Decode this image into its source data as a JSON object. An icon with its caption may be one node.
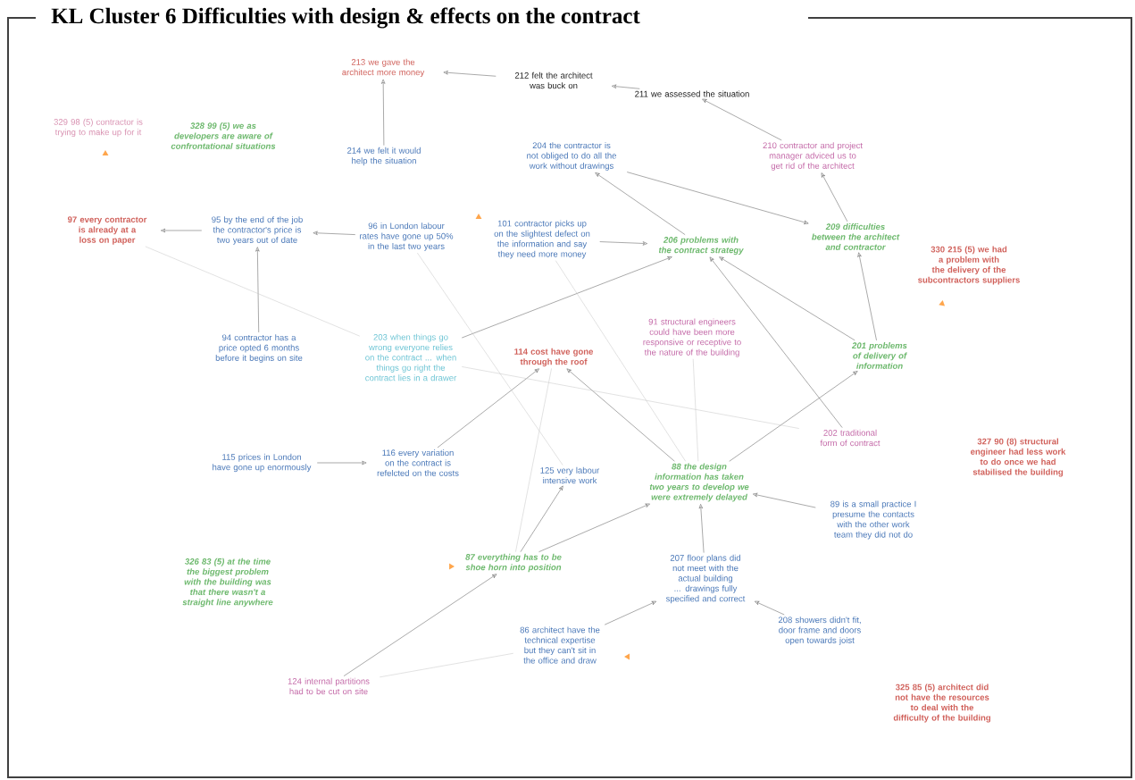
{
  "diagram": {
    "title": "KL Cluster 6 Difficulties with design & effects on the contract",
    "nodes": [
      {
        "text": [
          "213 we gave the architect more money"
        ]
      },
      {
        "text": [
          "212 felt the architect was buck on"
        ]
      },
      {
        "text": [
          "211 we assessed the situation"
        ]
      },
      {
        "text": [
          "329 98 (5) contractor is trying to make up for it"
        ]
      },
      {
        "text": [
          "328 99 (5) we as developers are aware of confrontational situations"
        ]
      },
      {
        "text": [
          "214 we felt it would help the situation"
        ]
      },
      {
        "text": [
          "204 the contractor is not obliged to do all the work without drawings"
        ]
      },
      {
        "text": [
          "210 contractor and project manager adviced us to get rid of the architect"
        ]
      },
      {
        "text": [
          "97 every contractor is already at a loss on paper"
        ]
      },
      {
        "text": [
          "95 by the end of the job the contractor's price is two years out of date"
        ]
      },
      {
        "text": [
          "96 in London labour rates have gone up 50% in the last two years"
        ]
      },
      {
        "text": [
          "101 contractor picks up on the slightest defect on the information and say they need more money"
        ]
      },
      {
        "text": [
          "206 problems with the contract strategy"
        ]
      },
      {
        "text": [
          "209 difficulties between the architect and contractor"
        ]
      },
      {
        "text": [
          "330 215 (5) we had a problem with the delivery of the subcontractors suppliers"
        ]
      },
      {
        "text": [
          "94 contractor has a price opted 6 months before it begins on site"
        ]
      },
      {
        "text": [
          "203 when things go wrong everyone relies on the contract ... when things go right the contract lies in a drawer"
        ]
      },
      {
        "text": [
          "114 cost have gone through the roof"
        ]
      },
      {
        "text": [
          "91 structural engineers could have been more responsive or receptive to the nature of the building"
        ]
      },
      {
        "text": [
          "201 problems of delivery of information"
        ]
      },
      {
        "text": [
          "202 traditional form of contract"
        ]
      },
      {
        "text": [
          "327 90 (8) structural engineer had less work to do once we had stabilised the building"
        ]
      },
      {
        "text": [
          "115 prices in London have gone up enormously"
        ]
      },
      {
        "text": [
          "116 every variation on the contract is refelcted on the costs"
        ]
      },
      {
        "text": [
          "125 very labour intensive work"
        ]
      },
      {
        "text": [
          "88 the design information has taken two years to develop we were extremely delayed"
        ]
      },
      {
        "text": [
          "89 is a small practice I presume the contacts with the other work team they did not do"
        ]
      },
      {
        "text": [
          "326 83 (5) at the time the biggest problem with the building was that there wasn't a straight line anywhere"
        ]
      },
      {
        "text": [
          "87 everything has to be shoe horn into position"
        ]
      },
      {
        "text": [
          "207 floor plans did not meet with the actual building ... drawings fully specified and correct"
        ]
      },
      {
        "text": [
          "208 showers didn't fit, door frame and doors open towards joist"
        ]
      },
      {
        "text": [
          "86 architect have the technical expertise but they can't sit in the office and draw"
        ]
      },
      {
        "text": [
          "124 internal partitions had to be cut on site"
        ]
      },
      {
        "text": [
          "325 85 (5) architect did not have the resources to deal with the difficulty of the building"
        ]
      }
    ],
    "edges": [
      {
        "from": 1,
        "to": 0,
        "arrow": "to"
      },
      {
        "from": 2,
        "to": 1,
        "arrow": "to"
      },
      {
        "from": 7,
        "to": 2,
        "arrow": "to"
      },
      {
        "from": 5,
        "to": 0,
        "arrow": "to"
      },
      {
        "from": 9,
        "to": 8,
        "arrow": "to"
      },
      {
        "from": 10,
        "to": 9,
        "arrow": "to"
      },
      {
        "from": 15,
        "to": 9,
        "arrow": "to"
      },
      {
        "from": 11,
        "to": 12,
        "arrow": "to"
      },
      {
        "from": 12,
        "to": 6,
        "arrow": "to"
      },
      {
        "from": 6,
        "to": 13,
        "arrow": "to"
      },
      {
        "from": 16,
        "to": 12,
        "arrow": "to"
      },
      {
        "from": 19,
        "to": 12,
        "arrow": "to"
      },
      {
        "from": 20,
        "to": 12,
        "arrow": "to"
      },
      {
        "from": 19,
        "to": 13,
        "arrow": "to"
      },
      {
        "from": 13,
        "to": 7,
        "arrow": "to"
      },
      {
        "from": 25,
        "to": 19,
        "arrow": "to"
      },
      {
        "from": 25,
        "to": 17,
        "arrow": "to"
      },
      {
        "from": 23,
        "to": 17,
        "arrow": "to"
      },
      {
        "from": 22,
        "to": 23,
        "arrow": "to"
      },
      {
        "from": 28,
        "to": 24,
        "arrow": "to"
      },
      {
        "from": 28,
        "to": 25,
        "arrow": "to"
      },
      {
        "from": 29,
        "to": 25,
        "arrow": "to"
      },
      {
        "from": 26,
        "to": 25,
        "arrow": "to"
      },
      {
        "from": 31,
        "to": 29,
        "arrow": "to"
      },
      {
        "from": 30,
        "to": 29,
        "arrow": "to"
      },
      {
        "from": 32,
        "to": 28,
        "arrow": "to"
      },
      {
        "from": 8,
        "to": 16,
        "arrow": "none",
        "color": "#c4c4c4"
      },
      {
        "from": 10,
        "to": 24,
        "arrow": "none",
        "color": "#c4c4c4"
      },
      {
        "from": 11,
        "to": 25,
        "arrow": "none",
        "color": "#c4c4c4"
      },
      {
        "from": 18,
        "to": 25,
        "arrow": "none",
        "color": "#c4c4c4"
      },
      {
        "from": 16,
        "to": 20,
        "arrow": "none",
        "color": "#c4c4c4"
      },
      {
        "from": 17,
        "to": 28,
        "arrow": "none",
        "color": "#c4c4c4"
      },
      {
        "from": 31,
        "to": 32,
        "arrow": "none",
        "color": "#c4c4c4"
      }
    ]
  }
}
